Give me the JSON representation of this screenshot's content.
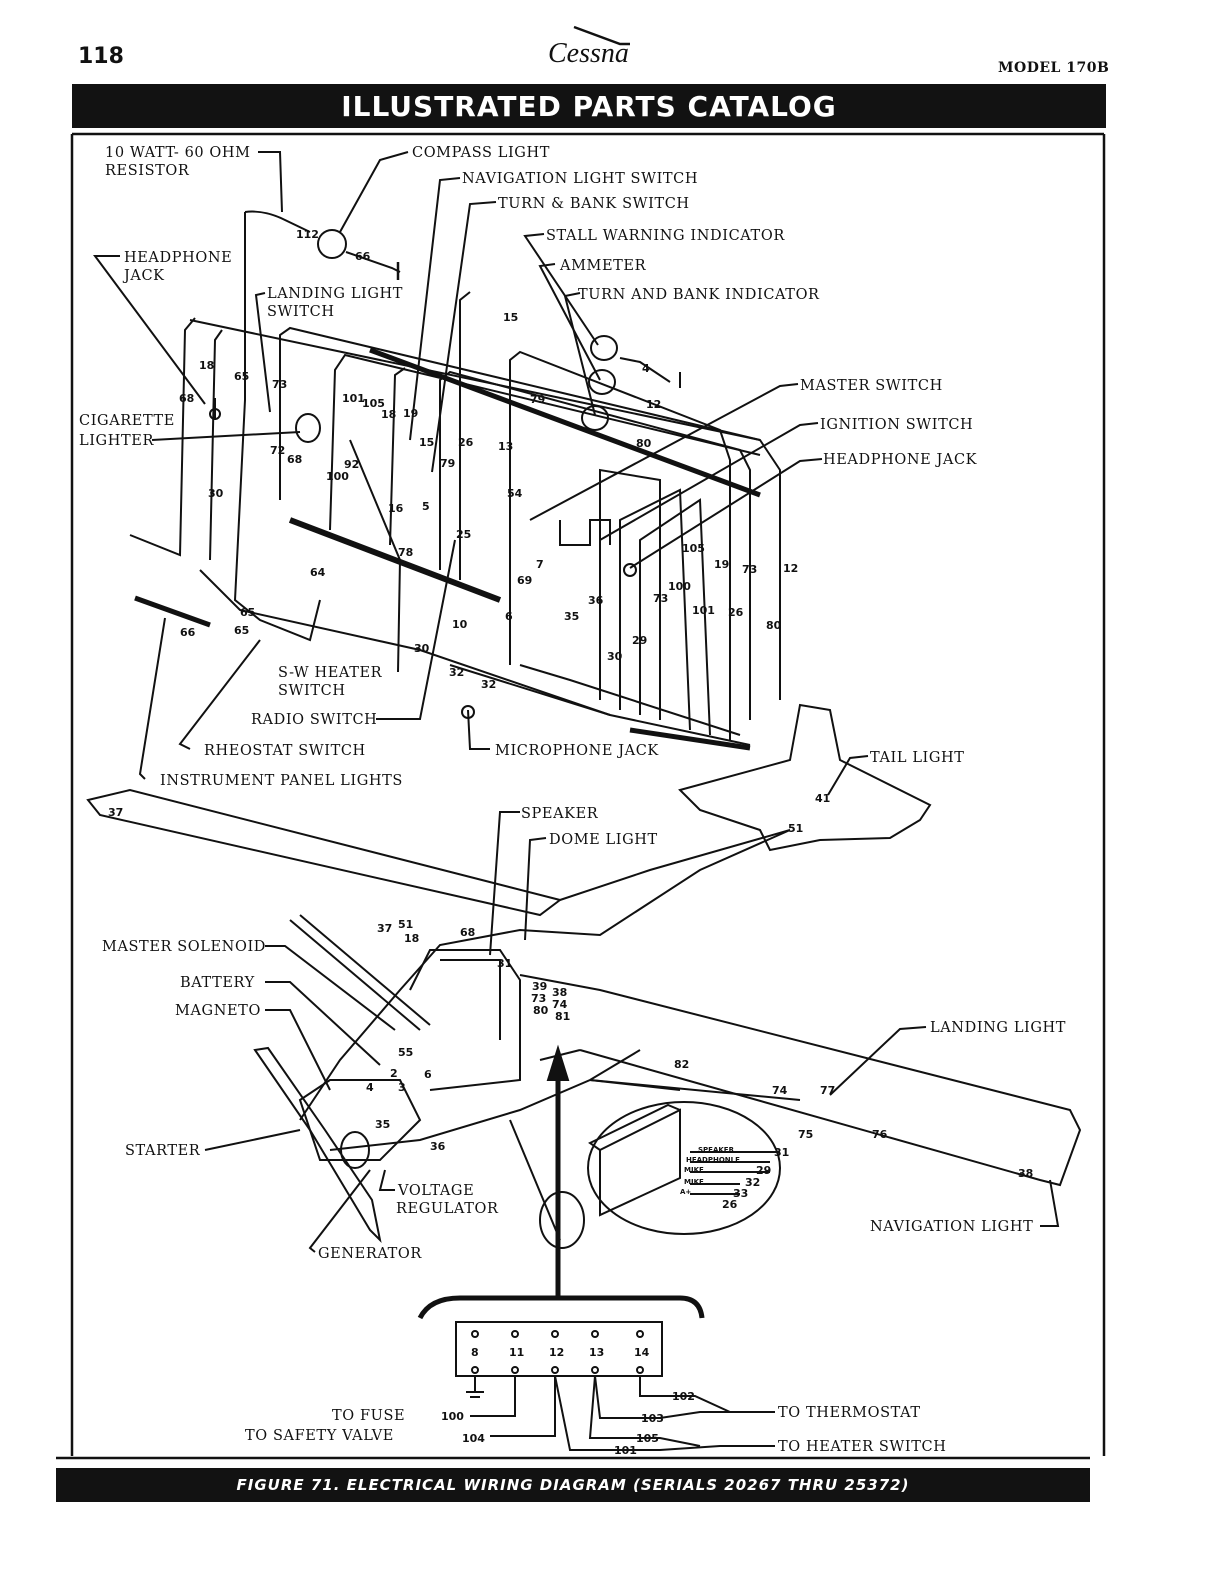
{
  "header": {
    "page_number": "118",
    "brand": "Cessna",
    "model": "MODEL 170B",
    "banner_title": "ILLUSTRATED PARTS CATALOG"
  },
  "footer": {
    "caption": "FIGURE 71. ELECTRICAL WIRING DIAGRAM (SERIALS 20267 THRU 25372)"
  },
  "labels": {
    "resistor_1": "10 WATT- 60 OHM",
    "resistor_2": "RESISTOR",
    "compass_light": "COMPASS LIGHT",
    "nav_light_switch": "NAVIGATION LIGHT SWITCH",
    "turn_bank_switch": "TURN & BANK SWITCH",
    "stall_warning": "STALL WARNING INDICATOR",
    "ammeter": "AMMETER",
    "turn_bank_indicator": "TURN AND BANK INDICATOR",
    "headphone_jack_l1": "HEADPHONE",
    "headphone_jack_l2": "JACK",
    "landing_light_switch_1": "LANDING LIGHT",
    "landing_light_switch_2": "SWITCH",
    "cigarette_1": "CIGARETTE",
    "cigarette_2": "LIGHTER",
    "master_switch": "MASTER SWITCH",
    "ignition_switch": "IGNITION SWITCH",
    "headphone_jack_r": "HEADPHONE JACK",
    "sw_heater_1": "S-W HEATER",
    "sw_heater_2": "SWITCH",
    "radio_switch": "RADIO SWITCH",
    "rheostat_switch": "RHEOSTAT SWITCH",
    "instrument_panel_lights": "INSTRUMENT PANEL LIGHTS",
    "microphone_jack": "MICROPHONE JACK",
    "tail_light": "TAIL LIGHT",
    "speaker": "SPEAKER",
    "dome_light": "DOME LIGHT",
    "master_solenoid": "MASTER SOLENOID",
    "battery": "BATTERY",
    "magneto": "MAGNETO",
    "landing_light": "LANDING LIGHT",
    "starter": "STARTER",
    "voltage_reg_1": "VOLTAGE",
    "voltage_reg_2": "REGULATOR",
    "navigation_light": "NAVIGATION LIGHT",
    "generator": "GENERATOR",
    "to_fuse": "TO FUSE",
    "to_safety_valve": "TO SAFETY VALVE",
    "to_thermostat": "TO THERMOSTAT",
    "to_heater_switch": "TO HEATER SWITCH"
  },
  "inset_labels": [
    "SPEAKER",
    "HEADPHONLE",
    "MIKE",
    "MIKE",
    "A+"
  ],
  "terminal_strip": [
    "8",
    "11",
    "12",
    "13",
    "14"
  ],
  "wire_numbers": {
    "n112": "112",
    "n66a": "66",
    "n15": "15",
    "n4": "4",
    "n12a": "12",
    "n79a": "79",
    "n80a": "80",
    "n18a": "18",
    "n68a": "68",
    "n65a": "65",
    "n73a": "73",
    "n72": "72",
    "n68b": "68",
    "n101a": "101",
    "n105a": "105",
    "n18b": "18",
    "n19a": "19",
    "n92": "92",
    "n100a": "100",
    "n15b": "15",
    "n79b": "79",
    "n26a": "26",
    "n13a": "13",
    "n16": "16",
    "n5": "5",
    "n25": "25",
    "n54": "54",
    "n7": "7",
    "n69": "69",
    "n30a": "30",
    "n78": "78",
    "n64": "64",
    "n10": "10",
    "n6": "6",
    "n35a": "35",
    "n36a": "36",
    "n105b": "105",
    "n19b": "19",
    "n73b": "73",
    "n12b": "12",
    "n100b": "100",
    "n73c": "73",
    "n101b": "101",
    "n26b": "26",
    "n80b": "80",
    "n29": "29",
    "n30b": "30",
    "n65b": "65",
    "n65c": "65",
    "n66b": "66",
    "n30c": "30",
    "n32a": "32",
    "n32b": "32",
    "n37a": "37",
    "n41": "41",
    "n51a": "51",
    "n37b": "37",
    "n51b": "51",
    "n18c": "18",
    "n68c": "68",
    "n31a": "31",
    "n39": "39",
    "n38a": "38",
    "n73d": "73",
    "n74a": "74",
    "n80c": "80",
    "n81": "81",
    "n55": "55",
    "n2": "2",
    "n6b": "6",
    "n4b": "4",
    "n3": "3",
    "n35b": "35",
    "n36b": "36",
    "n82": "82",
    "n74b": "74",
    "n77": "77",
    "n75": "75",
    "n76": "76",
    "n31b": "31",
    "n29b": "29",
    "n32c": "32",
    "n33": "33",
    "n26c": "26",
    "n38b": "38",
    "n102": "102",
    "n100c": "100",
    "n103": "103",
    "n104": "104",
    "n105c": "105",
    "n101c": "101"
  }
}
